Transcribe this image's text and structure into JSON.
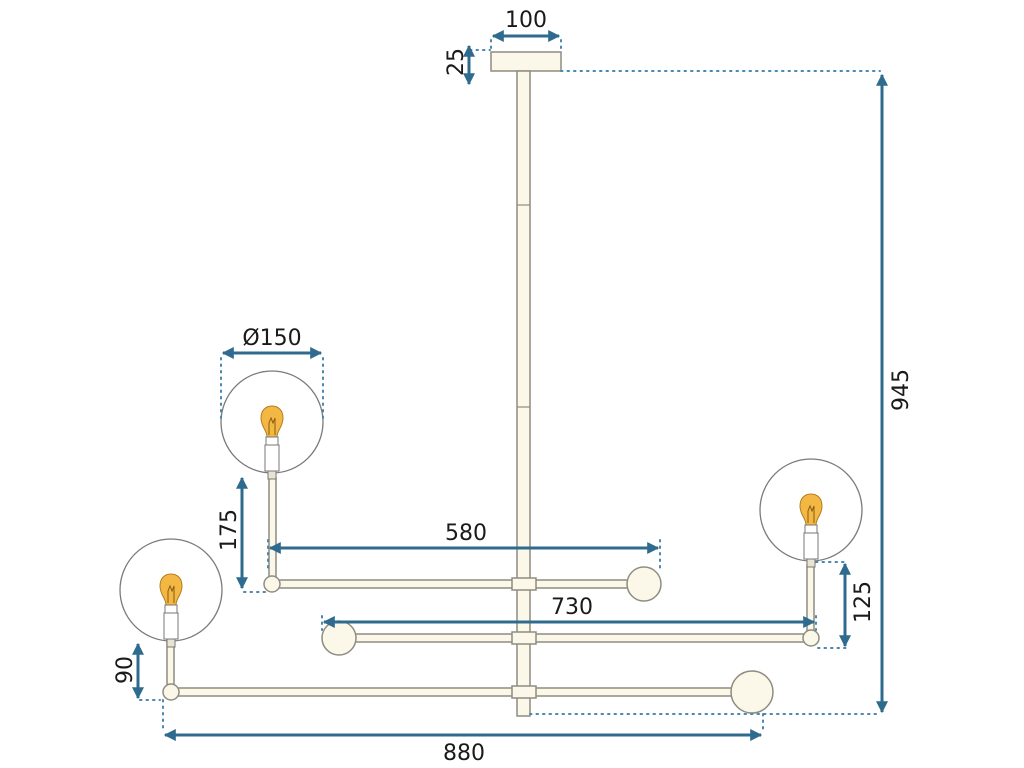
{
  "dimensions": {
    "canopy_width": "100",
    "canopy_height": "25",
    "globe_diameter": "Ø150",
    "arm_upper_drop": "175",
    "arm_upper_span": "580",
    "arm_middle_span": "730",
    "arm_middle_drop": "125",
    "arm_lower_drop": "90",
    "overall_width": "880",
    "overall_height": "945"
  },
  "colors": {
    "dimension_arrow": "#2e6b8e",
    "extension_dots": "#4a86ad",
    "brass_finish": "#fbf8ea",
    "bulb_amber": "#f3b843"
  }
}
